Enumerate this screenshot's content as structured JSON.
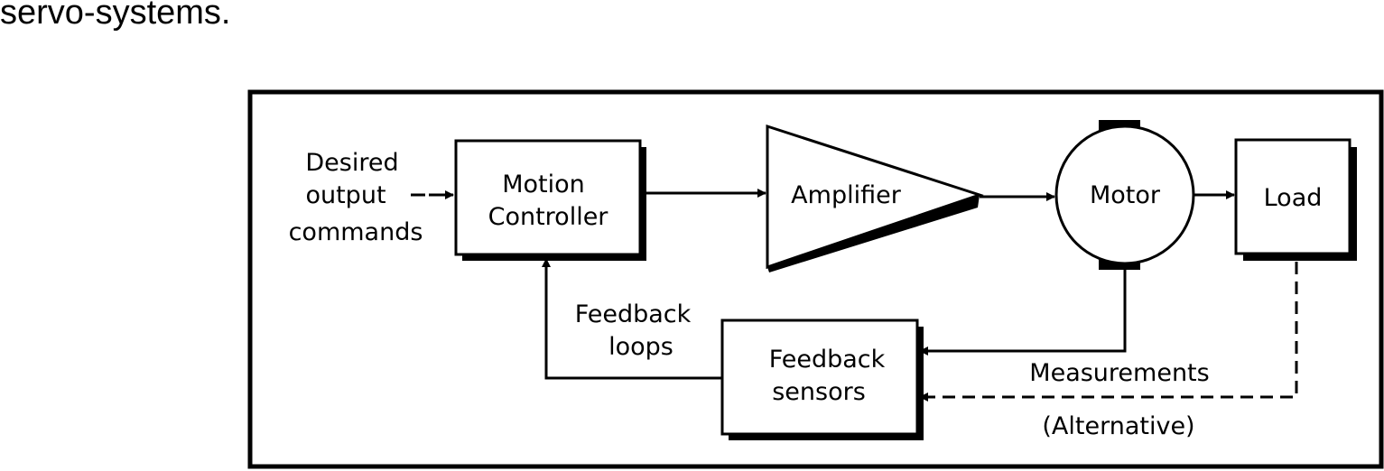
{
  "heading": "servo-systems.",
  "diagram": {
    "input_label": [
      "Desired",
      "output",
      "commands"
    ],
    "motion_controller": [
      "Motion",
      "Controller"
    ],
    "amplifier": "Amplifier",
    "motor": "Motor",
    "load": "Load",
    "feedback_sensors": [
      "Feedback",
      "sensors"
    ],
    "feedback_loops": [
      "Feedback",
      "loops"
    ],
    "measurements": "Measurements",
    "alternative": "(Alternative)"
  }
}
